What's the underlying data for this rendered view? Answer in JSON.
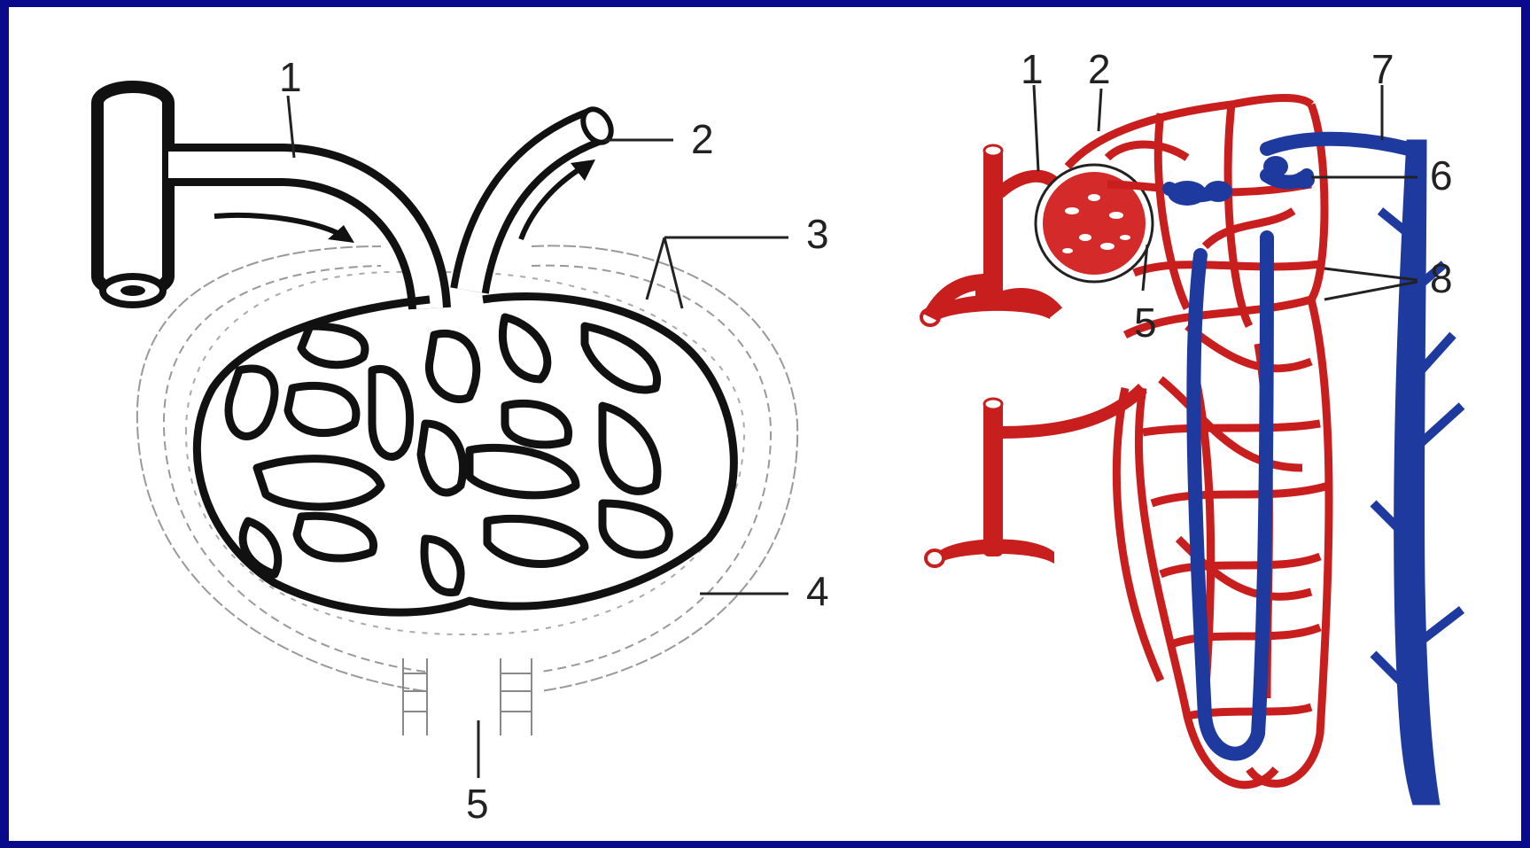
{
  "colors": {
    "border": "#0a0a8c",
    "artery": "#c81e1e",
    "vein": "#1f3a9e",
    "ink": "#111111"
  },
  "left_diagram": {
    "labels": [
      "1",
      "2",
      "3",
      "4",
      "5"
    ]
  },
  "right_diagram": {
    "labels": [
      "1",
      "2",
      "7",
      "6",
      "8",
      "5"
    ]
  }
}
